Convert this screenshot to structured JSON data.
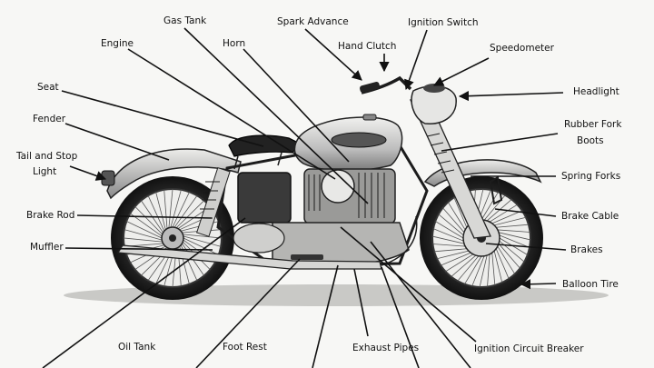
{
  "labels": {
    "gas_tank": "Gas Tank",
    "spark_advance": "Spark Advance",
    "ignition_switch": "Ignition Switch",
    "engine": "Engine",
    "horn": "Horn",
    "hand_clutch": "Hand Clutch",
    "speedometer": "Speedometer",
    "seat": "Seat",
    "headlight": "Headlight",
    "fender": "Fender",
    "rubber_fork_boots_1": "Rubber Fork",
    "rubber_fork_boots_2": "Boots",
    "tail_stop_light_1": "Tail and Stop",
    "tail_stop_light_2": "Light",
    "spring_forks": "Spring Forks",
    "brake_rod": "Brake Rod",
    "brake_cable": "Brake Cable",
    "muffler": "Muffler",
    "brakes": "Brakes",
    "balloon_tire": "Balloon Tire",
    "oil_tank": "Oil Tank",
    "foot_rest": "Foot Rest",
    "exhaust_pipes": "Exhaust Pipes",
    "ignition_circuit_breaker": "Ignition Circuit Breaker"
  }
}
